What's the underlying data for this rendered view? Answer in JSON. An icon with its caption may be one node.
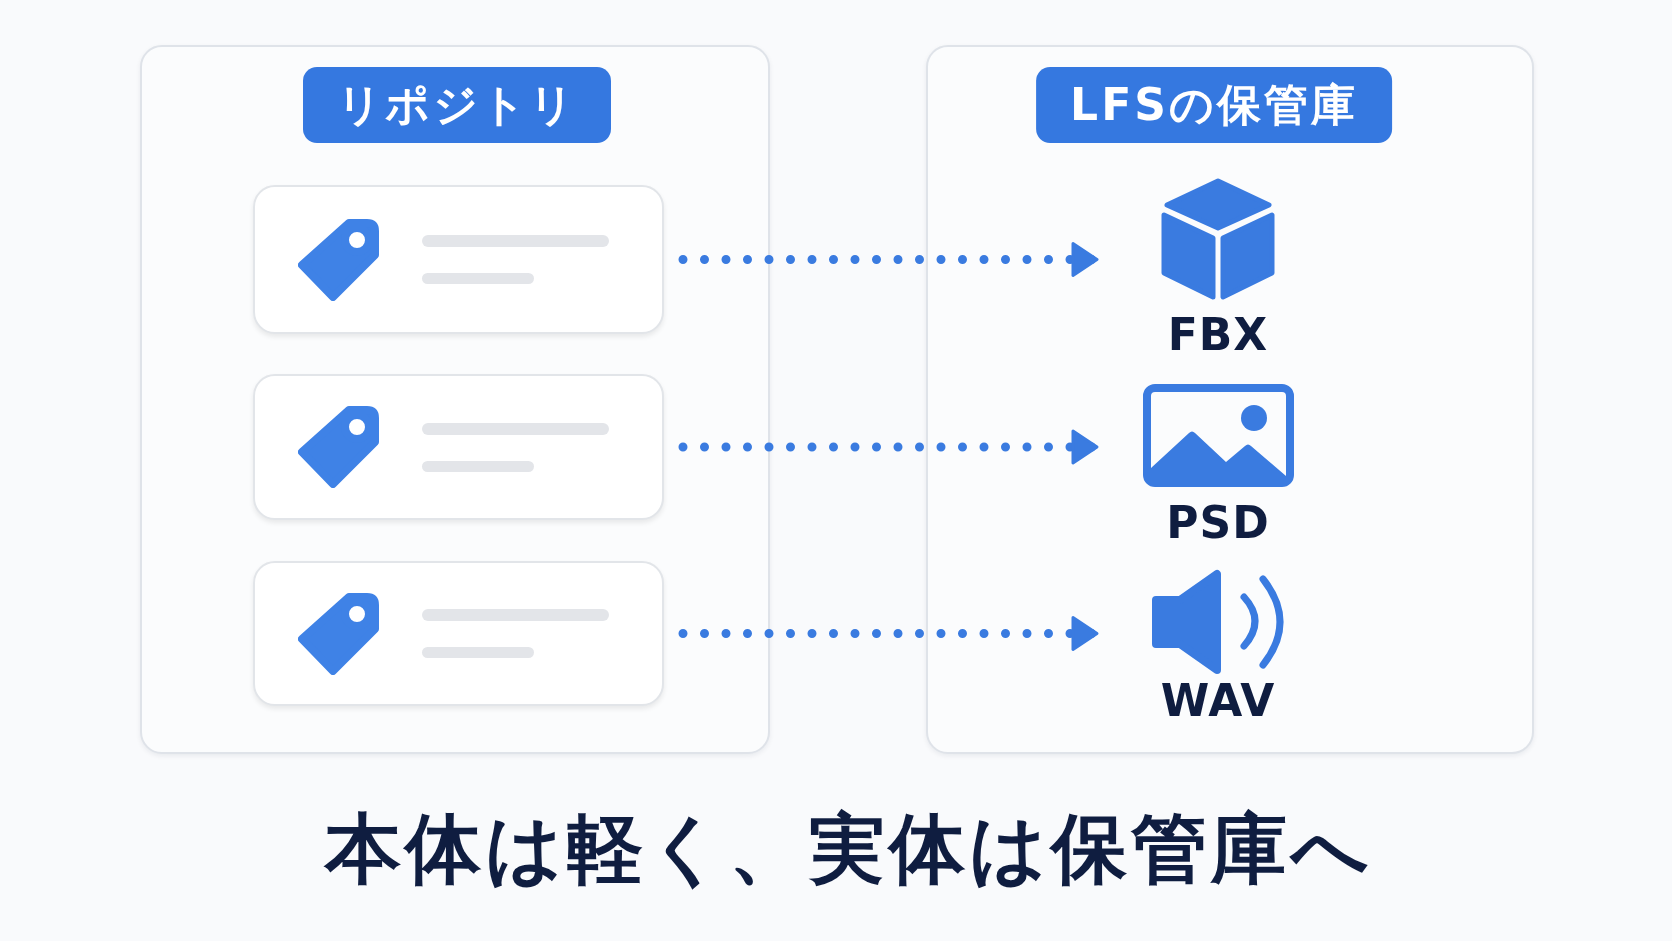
{
  "diagram": {
    "caption": "本体は軽く、実体は保管庫へ",
    "nodes": [
      {
        "text": [
          "リポジトリ"
        ]
      },
      {
        "text": [
          "LFSの保管庫"
        ]
      },
      {
        "text": [],
        "shape": "box",
        "in": 0
      },
      {
        "text": [],
        "shape": "box",
        "in": 0
      },
      {
        "text": [],
        "shape": "box",
        "in": 0
      },
      {
        "text": [
          "FBX"
        ],
        "in": 1
      },
      {
        "text": [
          "PSD"
        ],
        "in": 1
      },
      {
        "text": [
          "WAV"
        ],
        "in": 1
      }
    ],
    "edges": [
      {
        "from": 2,
        "to": 5,
        "arrow": "to",
        "style": "dashed"
      },
      {
        "from": 3,
        "to": 6,
        "arrow": "to",
        "style": "dashed"
      },
      {
        "from": 4,
        "to": 7,
        "arrow": "to",
        "style": "dashed"
      }
    ]
  }
}
